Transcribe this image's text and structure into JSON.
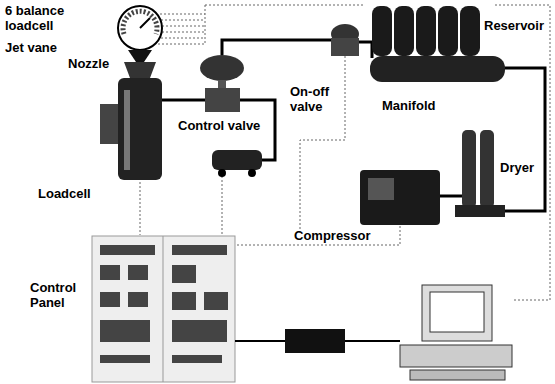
{
  "diagram": {
    "labels": [
      "6 balance loadcell",
      "Jet vane",
      "Nozzle",
      "Reservoir",
      "On-off valve",
      "Manifold",
      "Control valve",
      "Loadcell",
      "Dryer",
      "Compressor",
      "Control Panel"
    ]
  }
}
